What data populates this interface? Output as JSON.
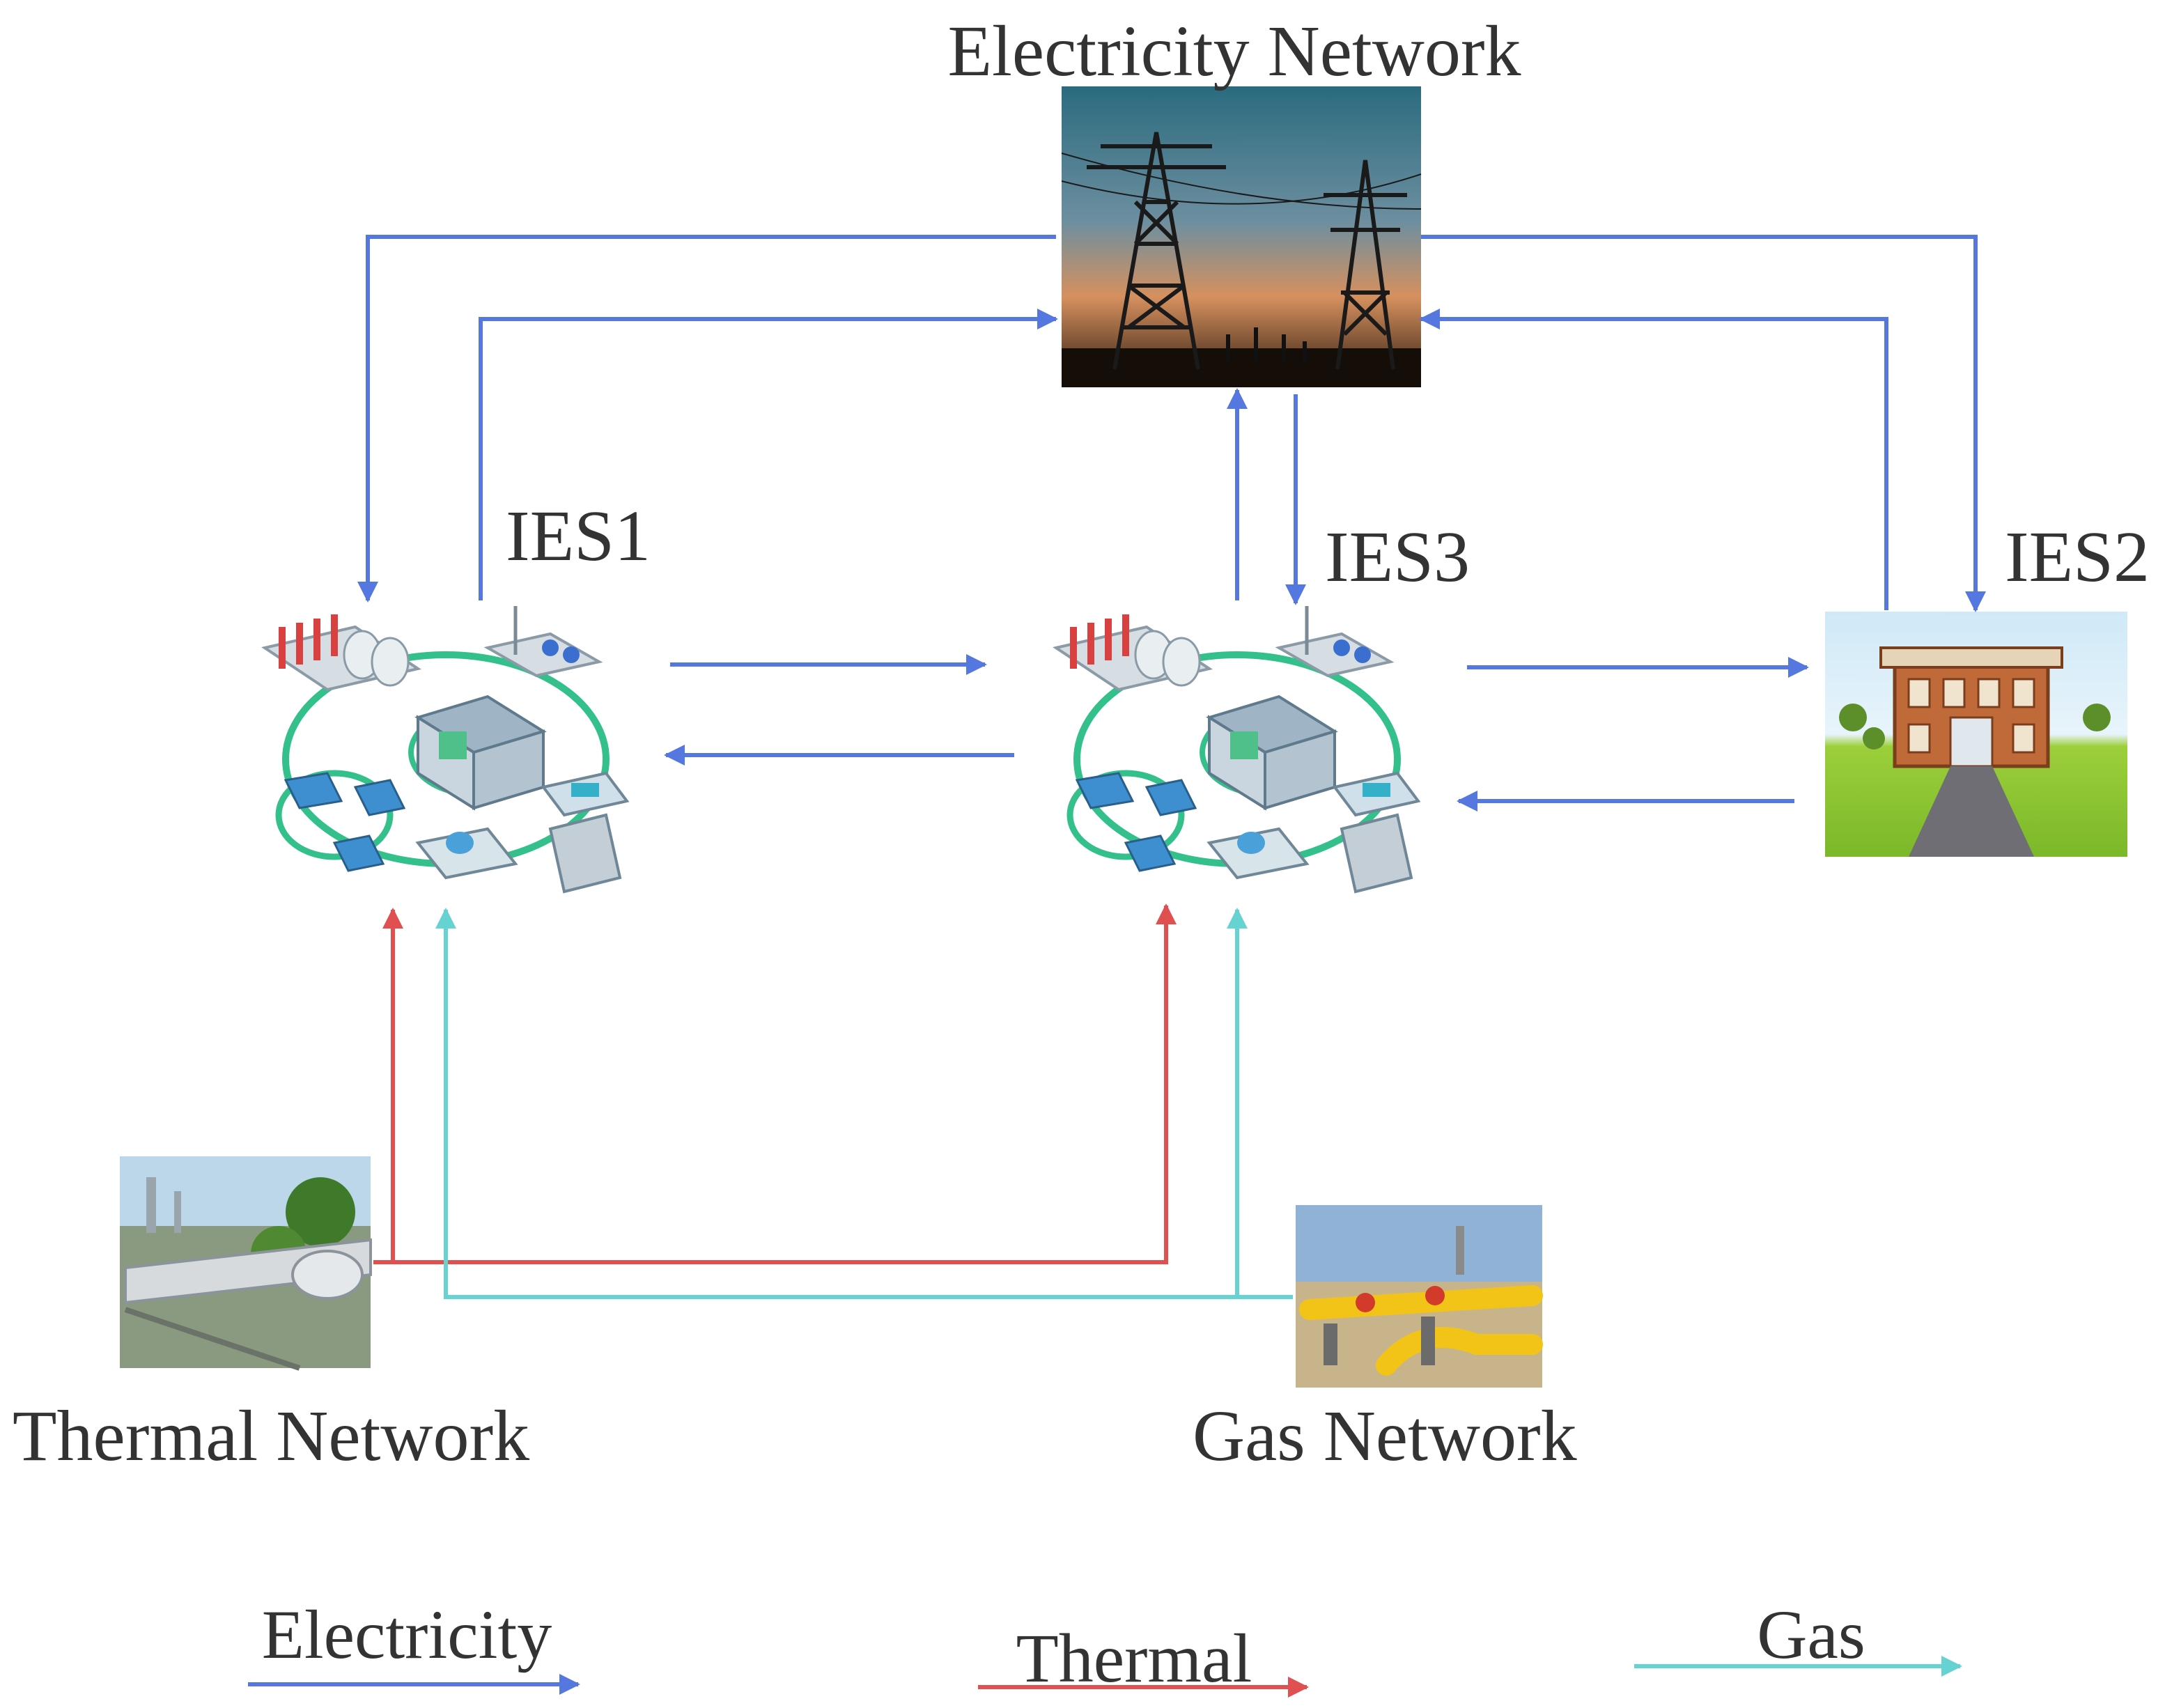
{
  "nodes": {
    "electricity_network": "Electricity Network",
    "ies1": "IES1",
    "ies2": "IES2",
    "ies3": "IES3",
    "thermal_network": "Thermal Network",
    "gas_network": "Gas Network"
  },
  "legend": {
    "electricity": "Electricity",
    "thermal": "Thermal",
    "gas": "Gas"
  },
  "colors": {
    "electricity": "#5577e0",
    "thermal": "#e05050",
    "gas": "#66d2d2"
  },
  "icons": {
    "electricity_network": "transmission-tower-sunset-photo",
    "ies_hub": "integrated-energy-system-icon",
    "ies2": "building-landscape-icon",
    "thermal_network": "heat-pipeline-photo",
    "gas_network": "gas-pipeline-photo"
  }
}
